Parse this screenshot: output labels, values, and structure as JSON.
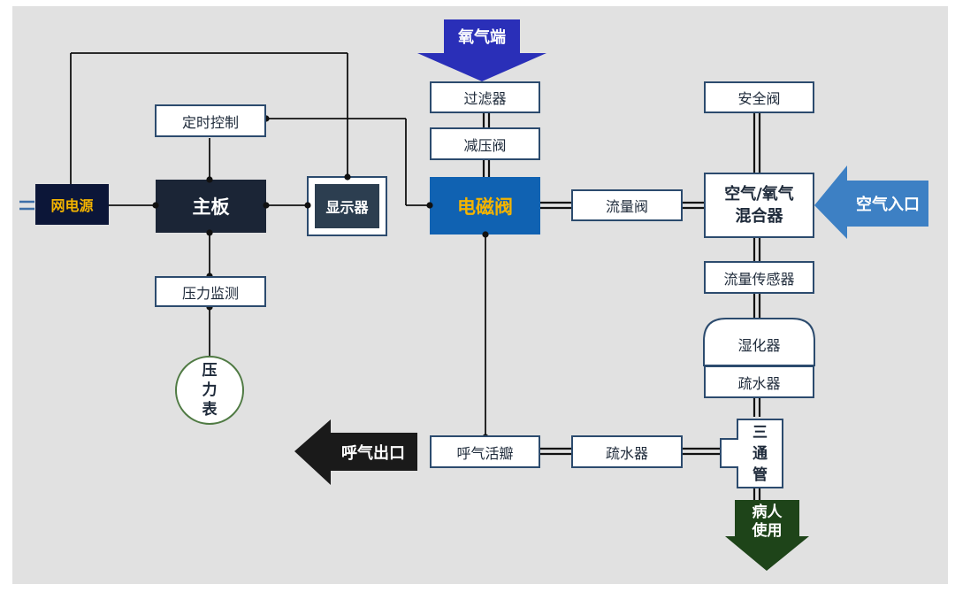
{
  "components": {
    "power": "网电源",
    "mainboard": "主板",
    "timer": "定时控制",
    "display": "显示器",
    "pressure_monitor": "压力监测",
    "pressure_gauge": [
      "压",
      "力",
      "表"
    ],
    "oxygen_in": "氧气端",
    "filter": "过滤器",
    "reducer": "减压阀",
    "solenoid": "电磁阀",
    "flow_valve": "流量阀",
    "safety_valve": "安全阀",
    "mixer": [
      "空气/氧气",
      "混合器"
    ],
    "air_in": "空气入口",
    "flow_sensor": "流量传感器",
    "humidifier": "湿化器",
    "drain_upper": "疏水器",
    "tee": [
      "三",
      "通",
      "管"
    ],
    "patient": [
      "病人",
      "使用"
    ],
    "drain_lower": "疏水器",
    "exhale_valve": "呼气活瓣",
    "exhale_out": "呼气出口"
  },
  "colors": {
    "background": "#e1e1e1",
    "box_border": "#2c4b6e",
    "dark_navy": "#0c1638",
    "board": "#1b2536",
    "solenoid": "#1062b2",
    "accent_yellow": "#f4b400",
    "oxygen_arrow": "#2a2fb8",
    "air_arrow": "#3d80c4",
    "exhale_arrow": "#1a1a1a",
    "patient_arrow": "#1e4419",
    "gauge_border": "#4f7a43"
  }
}
